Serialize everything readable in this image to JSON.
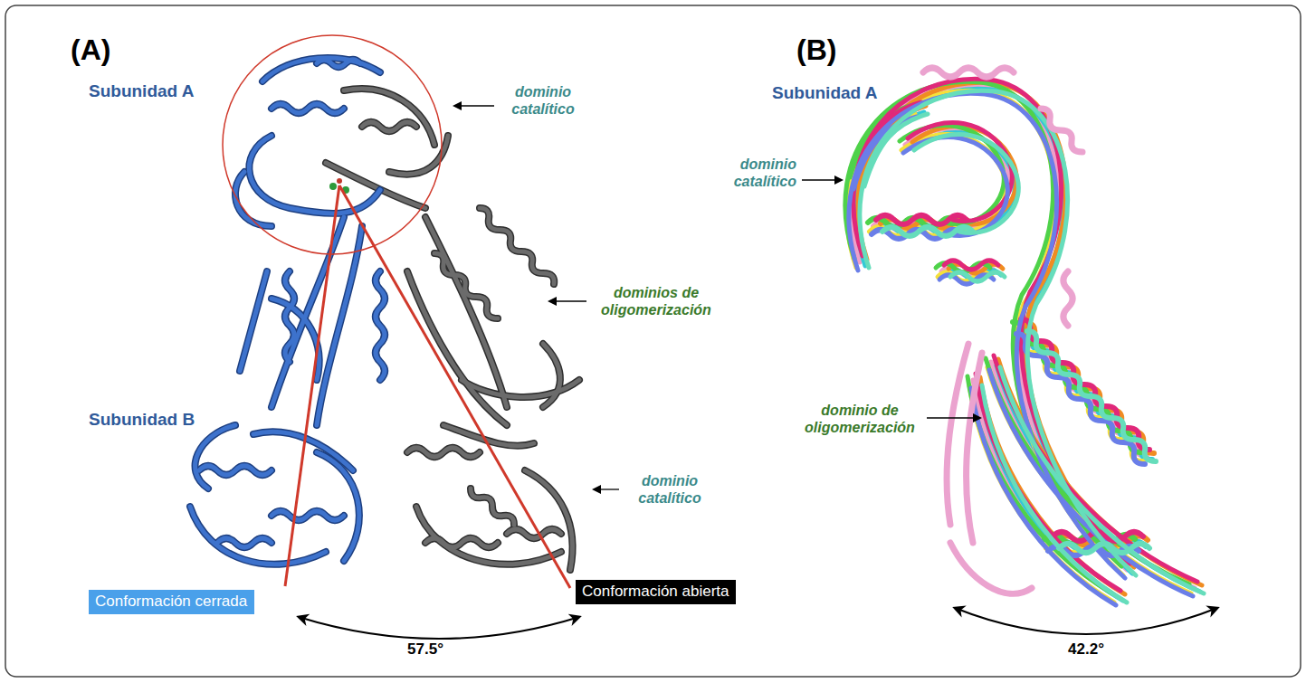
{
  "diagram": {
    "nodes": [
      {
        "text": [
          "Conformación cerrada"
        ]
      },
      {
        "text": [
          "Conformación abierta"
        ]
      }
    ],
    "labels": [
      "(A)",
      "Subunidad A",
      "dominio catalítico",
      "dominios de oligomerización",
      "Subunidad B",
      "dominio catalítico",
      "57.5°",
      "(B)",
      "Subunidad A",
      "dominio catalítico",
      "dominio de oligomerización",
      "42.2°"
    ]
  }
}
